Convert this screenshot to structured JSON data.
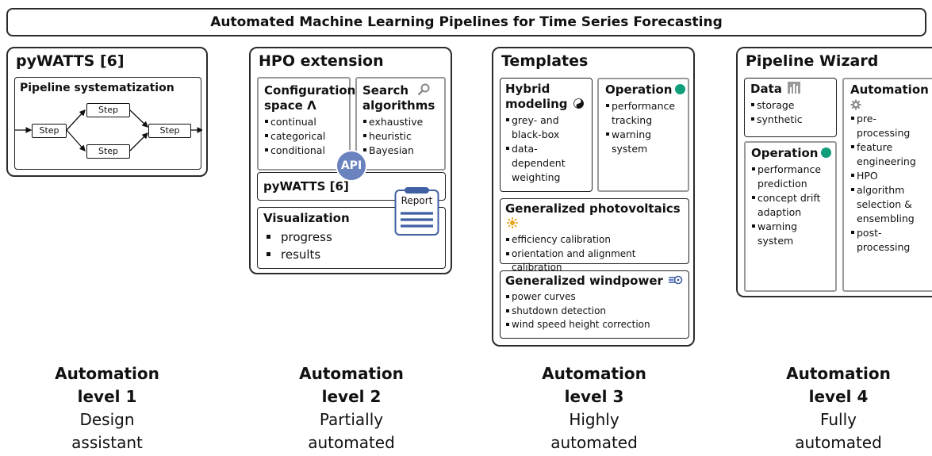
{
  "title": "Automated Machine Learning Pipelines for Time Series Forecasting",
  "col1": {
    "title": "pyWATTS [6]",
    "panel_title": "Pipeline systematization",
    "steps": [
      "Step",
      "Step",
      "Step",
      "Step"
    ]
  },
  "col2": {
    "title": "HPO extension",
    "config": {
      "line1": "Configuration",
      "line2": "space Λ",
      "items": [
        "continual",
        "categorical",
        "conditional"
      ]
    },
    "search": {
      "line1": "Search",
      "line2": "algorithms",
      "items": [
        "exhaustive",
        "heuristic",
        "Bayesian"
      ]
    },
    "api": "API",
    "pywatts": "pyWATTS [6]",
    "report": "Report",
    "visualization": {
      "title": "Visualization",
      "items": [
        "progress",
        "results"
      ]
    }
  },
  "col3": {
    "title": "Templates",
    "hybrid": {
      "line1": "Hybrid",
      "line2": "modeling",
      "items": [
        "grey- and black-box",
        "data-dependent weighting"
      ]
    },
    "operation": {
      "title": "Operation",
      "items": [
        "performance tracking",
        "warning system"
      ]
    },
    "pv": {
      "title": "Generalized photovoltaics",
      "items": [
        "efficiency calibration",
        "orientation and alignment calibration"
      ]
    },
    "wind": {
      "title": "Generalized windpower",
      "items": [
        "power curves",
        "shutdown detection",
        "wind speed height correction"
      ]
    }
  },
  "col4": {
    "title": "Pipeline Wizard",
    "data": {
      "title": "Data",
      "items": [
        "storage",
        "synthetic"
      ]
    },
    "operation": {
      "title": "Operation",
      "items": [
        "performance prediction",
        "concept drift adaption",
        "warning system"
      ]
    },
    "automation": {
      "title": "Automation",
      "items": [
        "pre-processing",
        "feature engineering",
        "HPO",
        "algorithm selection & ensembling",
        "post-processing"
      ]
    }
  },
  "levels": [
    {
      "title": "Automation",
      "level": "level 1",
      "desc1": "Design",
      "desc2": "assistant"
    },
    {
      "title": "Automation",
      "level": "level 2",
      "desc1": "Partially",
      "desc2": "automated"
    },
    {
      "title": "Automation",
      "level": "level 3",
      "desc1": "Highly",
      "desc2": "automated"
    },
    {
      "title": "Automation",
      "level": "level 4",
      "desc1": "Fully",
      "desc2": "automated"
    }
  ],
  "colors": {
    "teal": "#0f9d7a",
    "api_blue": "#6a82bd",
    "report_blue": "#3f5fa3",
    "grey": "#9a9a9a",
    "sun": "#e8a317"
  },
  "icons": [
    "search-icon",
    "yin-yang-icon",
    "sun-icon",
    "wind-turbine-icon",
    "bar-chart-icon",
    "gear-icon",
    "clipboard-icon"
  ]
}
